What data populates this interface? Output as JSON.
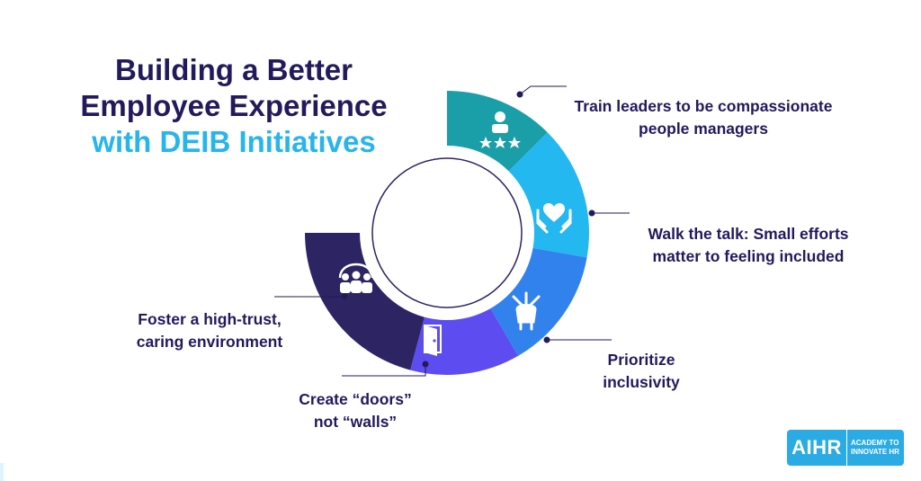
{
  "title": {
    "line1": "Building a Better",
    "line2": "Employee Experience",
    "line3": "with DEIB Initiatives"
  },
  "segments": [
    {
      "name": "train-leaders",
      "label": "Train leaders to be compassionate\npeople managers",
      "color": "#1a9ea7",
      "icon": "leader-stars-icon"
    },
    {
      "name": "walk-the-talk",
      "label": "Walk the talk: Small efforts\nmatter to feeling included",
      "color": "#23b8f0",
      "icon": "heart-hands-icon"
    },
    {
      "name": "prioritize-inclusivity",
      "label": "Prioritize\ninclusivity",
      "color": "#3282ed",
      "icon": "stacked-hands-icon"
    },
    {
      "name": "create-doors",
      "label": "Create “doors”\nnot “walls”",
      "color": "#5d4cf0",
      "icon": "door-icon"
    },
    {
      "name": "foster-trust",
      "label": "Foster a high-trust,\ncaring environment",
      "color": "#2d2463",
      "icon": "team-icon"
    }
  ],
  "logo": {
    "mark": "AIHR",
    "tagline": "ACADEMY TO\nINNOVATE HR"
  }
}
